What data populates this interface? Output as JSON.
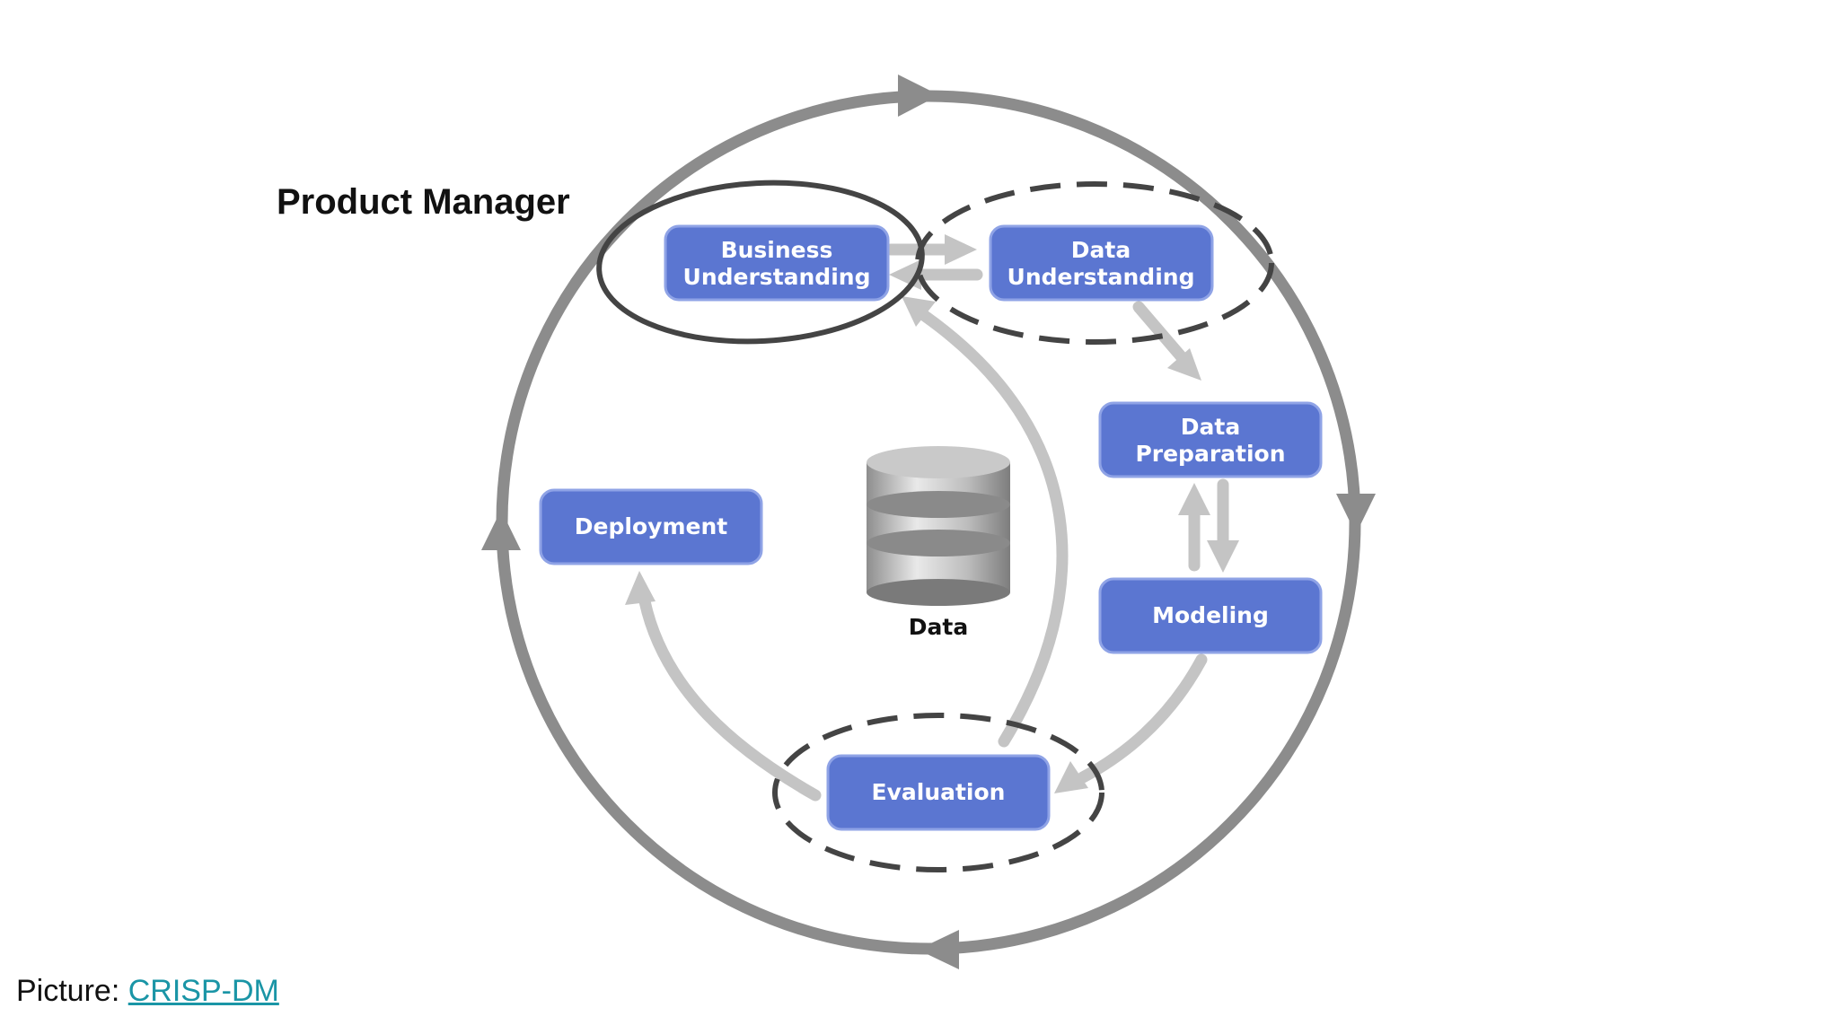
{
  "annotation": {
    "label": "Product Manager"
  },
  "phases": {
    "business_understanding": [
      "Business",
      "Understanding"
    ],
    "data_understanding": [
      "Data",
      "Understanding"
    ],
    "data_preparation": [
      "Data",
      "Preparation"
    ],
    "modeling": [
      "Modeling"
    ],
    "evaluation": [
      "Evaluation"
    ],
    "deployment": [
      "Deployment"
    ]
  },
  "data_store": {
    "label": "Data"
  },
  "colors": {
    "phase_fill": "#5b76d1",
    "phase_border": "#8fa3e6",
    "outer_cycle": "#8c8c8c",
    "inner_arrow": "#c4c4c4",
    "highlight_stroke": "#444444",
    "link": "#1a95a6"
  },
  "caption": {
    "prefix": "Picture:",
    "link_text": "CRISP-DM"
  }
}
